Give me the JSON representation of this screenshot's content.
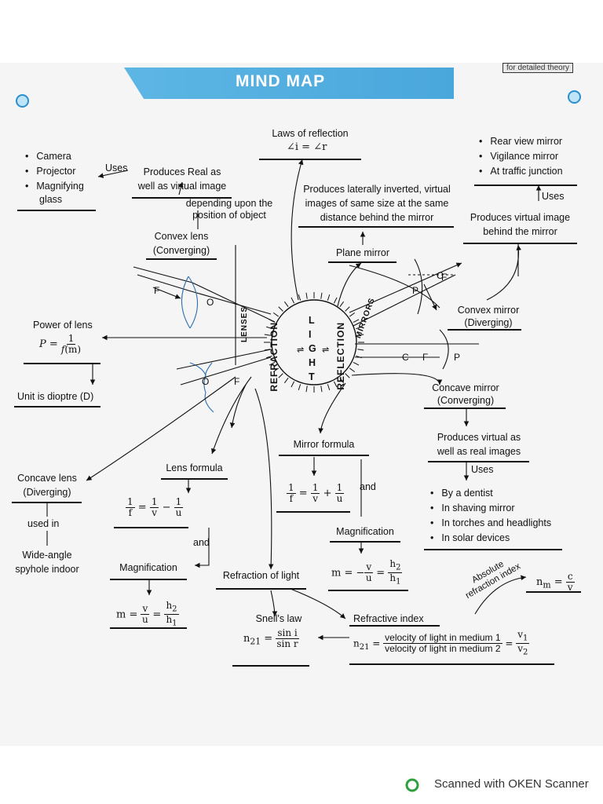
{
  "header": {
    "title": "MIND MAP",
    "corner_tag": "for detailed theory"
  },
  "center": {
    "letters": [
      "L",
      "I",
      "G",
      "H",
      "T"
    ],
    "left": "REFRACTION",
    "right": "REFLECTION",
    "lenses": "LENSES",
    "mirrors": "MIRRORS"
  },
  "reflection": {
    "laws_title": "Laws of reflection",
    "laws_formula": "∠i = ∠r",
    "plane_props": [
      "Produces laterally inverted, virtual",
      "images of same size at the same",
      "distance behind the mirror"
    ],
    "plane_mirror": "Plane mirror",
    "convex_uses": [
      "Rear view mirror",
      "Vigilance mirror",
      "At traffic junction"
    ],
    "uses_label": "Uses",
    "convex_produces": [
      "Produces virtual image",
      "behind the mirror"
    ],
    "convex_mirror": [
      "Convex mirror",
      "(Diverging)"
    ],
    "concave_mirror": [
      "Concave mirror",
      "(Converging)"
    ],
    "concave_produces": [
      "Produces virtual as",
      "well as real images"
    ],
    "concave_uses": [
      "By a dentist",
      "In shaving mirror",
      "In torches and headlights",
      "In solar devices"
    ],
    "mirror_formula": "Mirror formula",
    "and_label": "and",
    "magnification": "Magnification",
    "diagram_labels": {
      "c": "C",
      "f": "F",
      "p": "P"
    }
  },
  "refraction": {
    "convex_uses": [
      "Camera",
      "Projector",
      "Magnifying",
      "glass"
    ],
    "uses_label": "Uses",
    "lens_produces": [
      "Produces Real as",
      "well as virtual image"
    ],
    "depending": [
      "depending upon the",
      "position of object"
    ],
    "convex_lens": [
      "Convex lens",
      "(Converging)"
    ],
    "power_title": "Power of lens",
    "unit": "Unit is dioptre (D)",
    "concave_lens": [
      "Concave lens",
      "(Diverging)"
    ],
    "used_in": "used in",
    "wide_angle": [
      "Wide-angle",
      "spyhole indoor"
    ],
    "lens_formula": "Lens formula",
    "and_label": "and",
    "magnification": "Magnification",
    "refraction_of_light": "Refraction of light",
    "snells_law": "Snell's law",
    "refractive_index": "Refractive index",
    "absolute": [
      "Absolute",
      "refraction index"
    ],
    "velocity_num": "velocity of light in medium 1",
    "velocity_den": "velocity of light in medium 2",
    "diagram_labels": {
      "f": "F",
      "o": "O"
    }
  },
  "footer": {
    "scanner": "Scanned with OKEN Scanner"
  }
}
